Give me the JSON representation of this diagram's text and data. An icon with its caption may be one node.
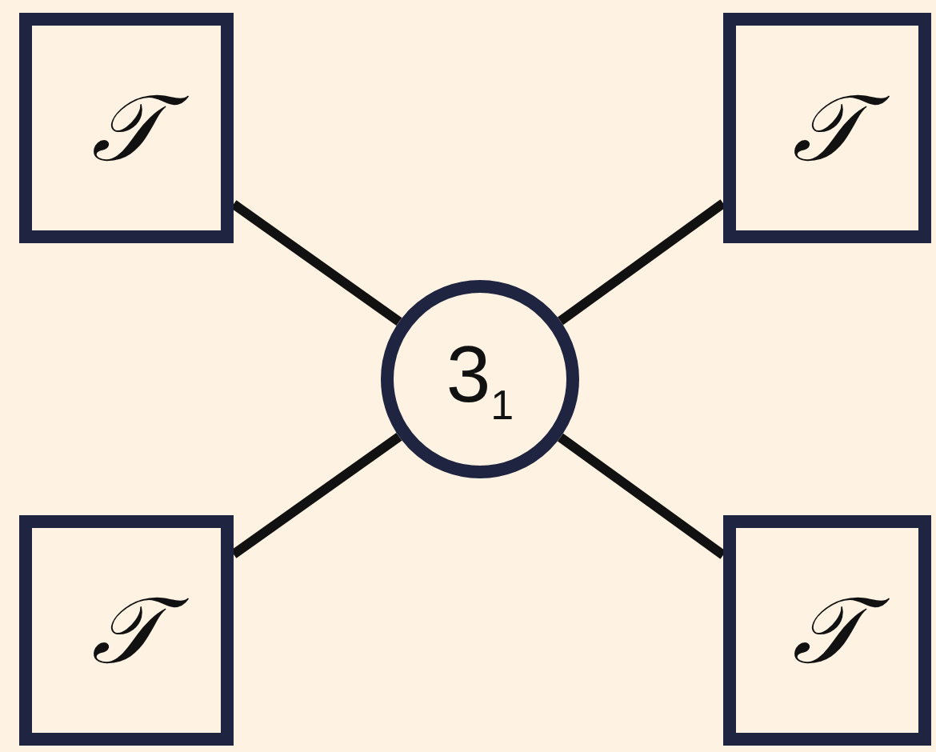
{
  "diagram": {
    "nodes": [
      {
        "text": [
          "𝒯"
        ]
      },
      {
        "text": [
          "𝒯"
        ]
      },
      {
        "text": [
          "3$_{1}$"
        ]
      },
      {
        "text": [
          "𝒯"
        ]
      },
      {
        "text": [
          "𝒯"
        ]
      }
    ],
    "edges": [
      {
        "from": 0,
        "to": 2,
        "arrow": "none"
      },
      {
        "from": 1,
        "to": 2,
        "arrow": "none"
      },
      {
        "from": 2,
        "to": 3,
        "arrow": "none"
      },
      {
        "from": 2,
        "to": 4,
        "arrow": "none"
      }
    ]
  }
}
